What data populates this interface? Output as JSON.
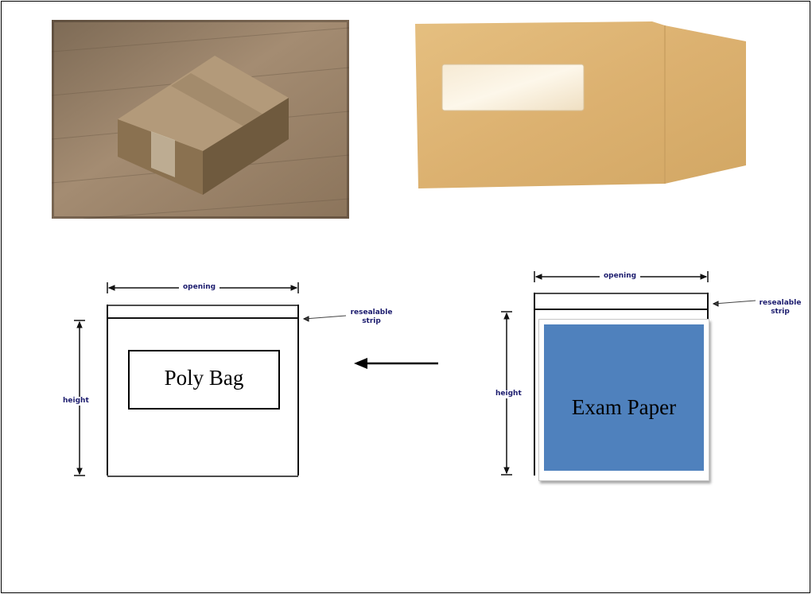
{
  "photos": {
    "box": {
      "name": "cardboard-box-photo"
    },
    "envelope": {
      "name": "window-envelope-photo"
    }
  },
  "left_diagram": {
    "opening_label": "opening",
    "strip_label": "resealable strip",
    "height_label": "height",
    "inner_box_label": "Poly Bag"
  },
  "right_diagram": {
    "opening_label": "opening",
    "strip_label": "resealable strip",
    "height_label": "height",
    "inner_box_label": "Exam Paper",
    "inner_box_color": "#4f81bd"
  },
  "arrow": {
    "direction": "left"
  }
}
